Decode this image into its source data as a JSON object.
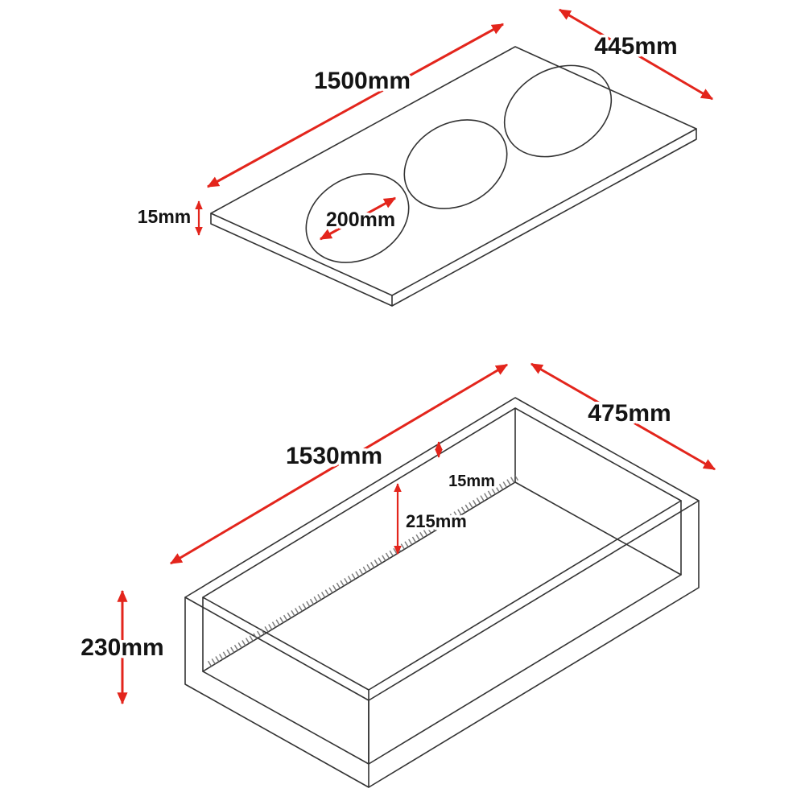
{
  "diagram": {
    "type": "technical-drawing",
    "colors": {
      "line": "#333333",
      "dimension_red": "#e3251c",
      "background": "#ffffff",
      "text": "#141414"
    },
    "panel": {
      "length_label": "1500mm",
      "width_label": "445mm",
      "thickness_label": "15mm",
      "hole_diameter_label": "200mm",
      "hole_count": 3
    },
    "box": {
      "length_label": "1530mm",
      "width_label": "475mm",
      "height_label": "230mm",
      "inner_depth_label": "215mm",
      "wall_thickness_label": "15mm"
    }
  }
}
